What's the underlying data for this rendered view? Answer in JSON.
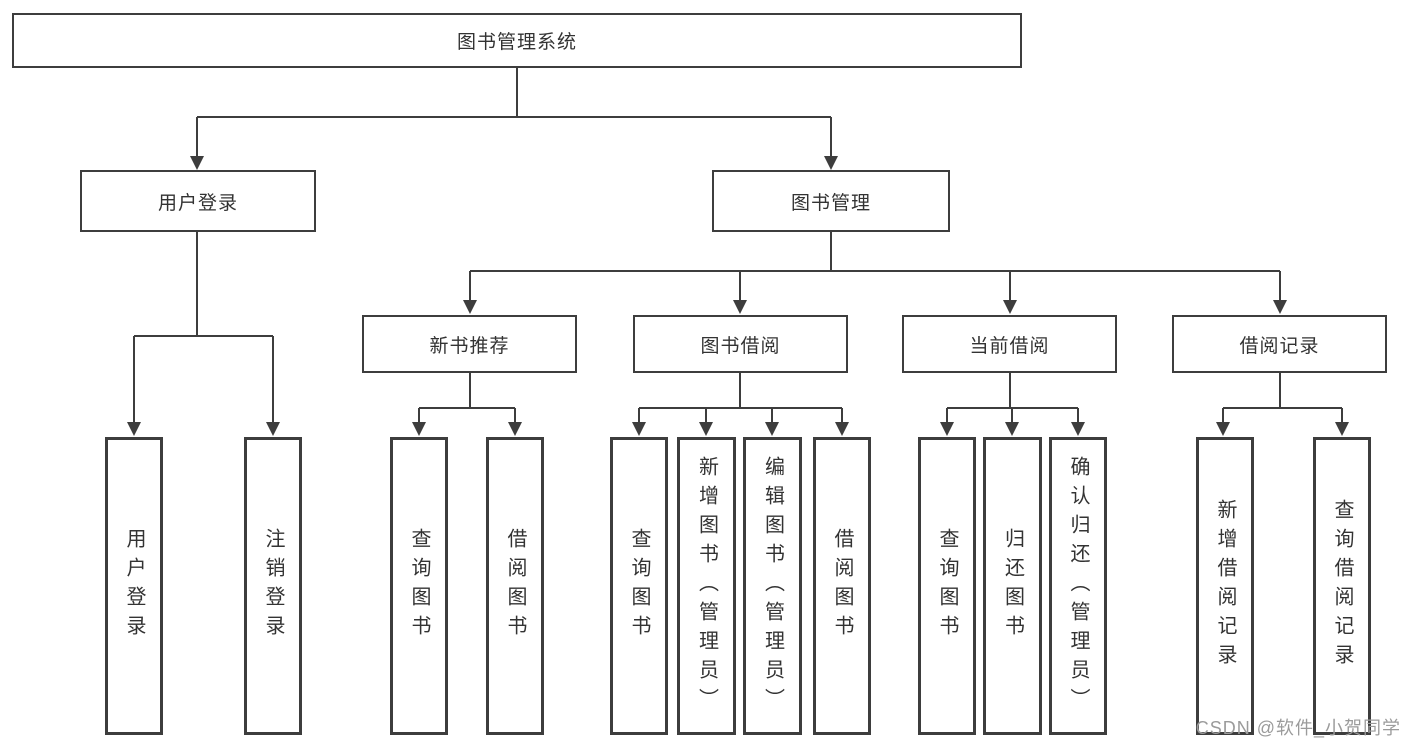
{
  "diagram": {
    "type": "tree",
    "root": "图书管理系统",
    "branches": [
      {
        "label": "用户登录",
        "children": [
          {
            "label": "用户登录"
          },
          {
            "label": "注销登录"
          }
        ]
      },
      {
        "label": "图书管理",
        "children": [
          {
            "label": "新书推荐",
            "children": [
              {
                "label": "查询图书"
              },
              {
                "label": "借阅图书"
              }
            ]
          },
          {
            "label": "图书借阅",
            "children": [
              {
                "label": "查询图书"
              },
              {
                "label": "新增图书（管理员）"
              },
              {
                "label": "编辑图书（管理员）"
              },
              {
                "label": "借阅图书"
              }
            ]
          },
          {
            "label": "当前借阅",
            "children": [
              {
                "label": "查询图书"
              },
              {
                "label": "归还图书"
              },
              {
                "label": "确认归还（管理员）"
              }
            ]
          },
          {
            "label": "借阅记录",
            "children": [
              {
                "label": "新增借阅记录"
              },
              {
                "label": "查询借阅记录"
              }
            ]
          }
        ]
      }
    ]
  },
  "watermark": "CSDN @软件_小贺同学",
  "colors": {
    "line": "#3d3d3d",
    "text": "#333333",
    "watermark": "#9b9b9b",
    "background": "#ffffff"
  }
}
